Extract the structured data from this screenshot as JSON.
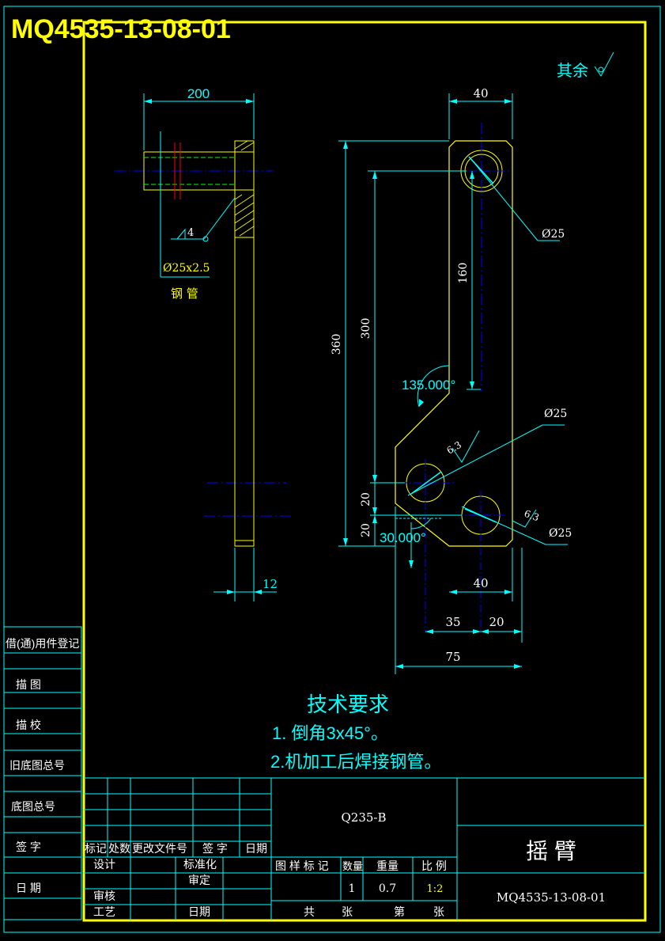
{
  "header": {
    "drawing_code": "MQ4535-13-08-01"
  },
  "colors": {
    "frame": "#ffff00",
    "dim": "#00ffff",
    "part": "#ffff00",
    "center": "#0000ff",
    "red": "#ff0000",
    "white": "#ffffff"
  },
  "side_view": {
    "dim_width": "200",
    "weld_symbol": "4",
    "pipe_label": "Ø25x2.5",
    "pipe_name": "钢  管",
    "dim_thickness": "12"
  },
  "front_view": {
    "dim_top_width": "40",
    "dia_top": "Ø25",
    "dim_160": "160",
    "dim_300": "300",
    "dim_360": "360",
    "angle_135": "135.000°",
    "dia_mid": "Ø25",
    "rough_1": "6.3",
    "rough_2": "6.3",
    "dia_bottom": "Ø25",
    "dim_20_a": "20",
    "dim_20_b": "20",
    "angle_30": "30.000°",
    "dim_40": "40",
    "dim_35": "35",
    "dim_20": "20",
    "dim_75": "75"
  },
  "surface_note": "其余",
  "tech_requirements": {
    "title": "技术要求",
    "items": [
      "1. 倒角3x45°。",
      "2.机加工后焊接钢管。"
    ]
  },
  "left_column": [
    "借(通)用件登记",
    "描      图",
    "描      校",
    "旧底图总号",
    "底图总号",
    "签      字",
    "日      期"
  ],
  "title_block": {
    "material": "Q235-B",
    "part_name": "摇   臂",
    "drawing_no": "MQ4535-13-08-01",
    "rev_headers": [
      "标记",
      "处数",
      "更改文件号",
      "签  字",
      "日期"
    ],
    "roles": [
      "设计",
      "标准化",
      "审定",
      "审核",
      "工艺",
      "日期"
    ],
    "attr_headers": [
      "图 样 标 记",
      "数量",
      "重量",
      "比 例"
    ],
    "qty": "1",
    "weight": "0.7",
    "scale": "1:2",
    "sheets": [
      "共",
      "张",
      "第",
      "张"
    ]
  }
}
